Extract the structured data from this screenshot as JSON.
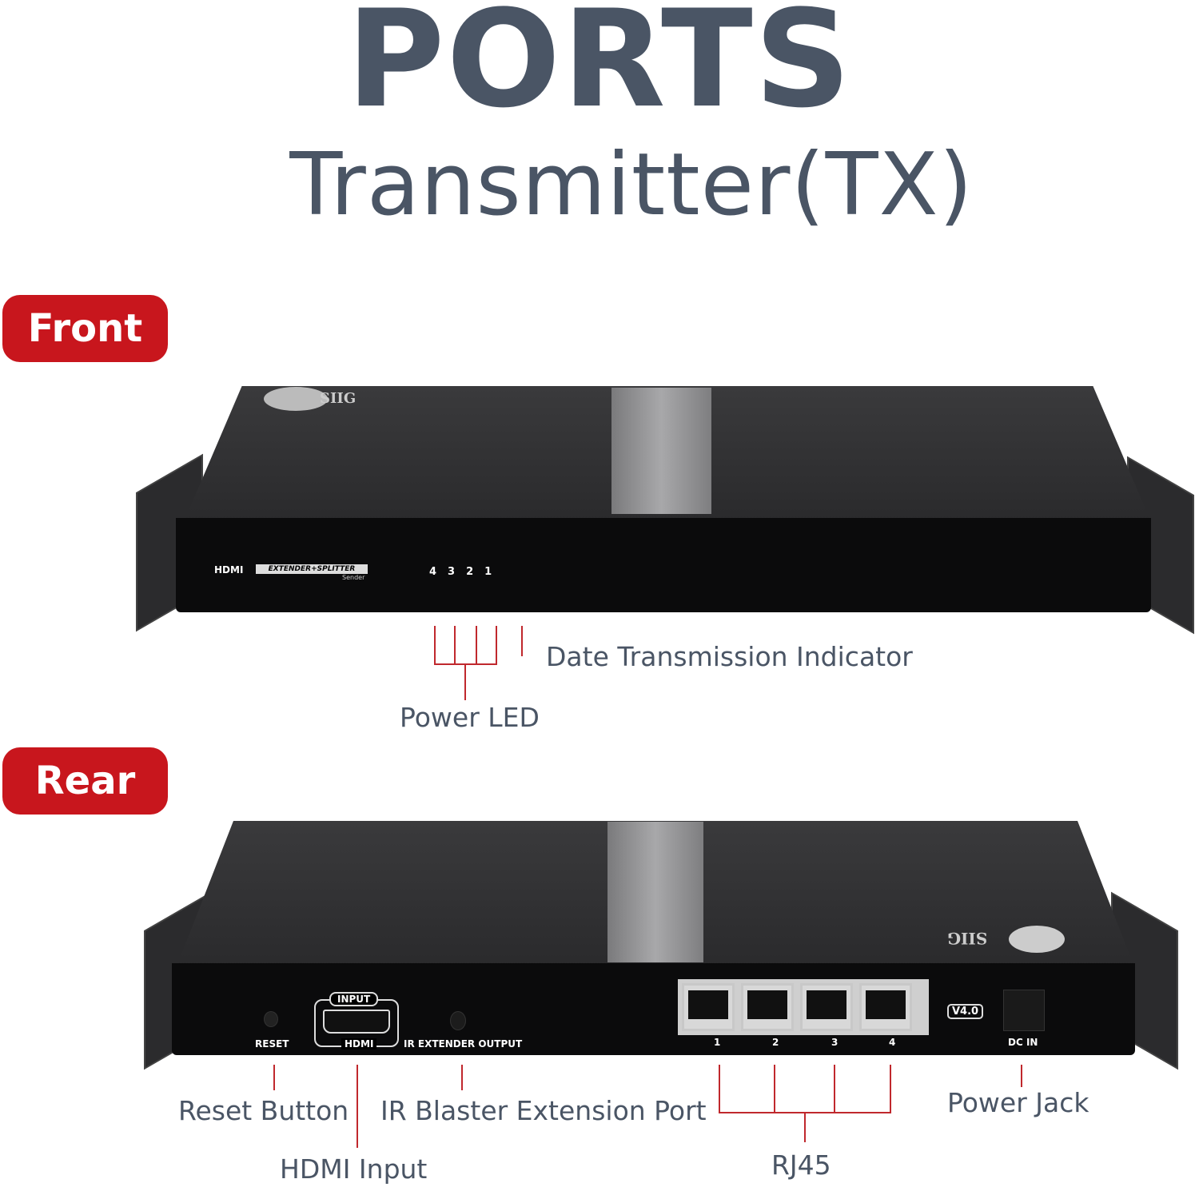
{
  "header": {
    "title": "PORTS",
    "subtitle": "Transmitter(TX)"
  },
  "front": {
    "badge": "Front",
    "device": {
      "brand": "SIIG",
      "panel_text": "HDMI",
      "panel_arrow": "EXTENDER+SPLITTER",
      "panel_sub": "Sender",
      "leds": [
        "4",
        "3",
        "2",
        "1"
      ]
    },
    "callouts": {
      "data_indicator": "Date Transmission Indicator",
      "power_led": "Power LED"
    }
  },
  "rear": {
    "badge": "Rear",
    "device": {
      "brand": "SIIG",
      "reset": "RESET",
      "input": "INPUT",
      "hdmi": "HDMI",
      "ir": "IR EXTENDER OUTPUT",
      "ports": [
        "1",
        "2",
        "3",
        "4"
      ],
      "version": "V4.0",
      "dc": "DC IN"
    },
    "callouts": {
      "reset": "Reset Button",
      "hdmi": "HDMI Input",
      "ir": "IR Blaster Extension Port",
      "rj45": "RJ45",
      "power": "Power Jack"
    }
  },
  "colors": {
    "badge": "#c8161d",
    "title": "#4a5565",
    "callout_line": "#c0282d"
  }
}
